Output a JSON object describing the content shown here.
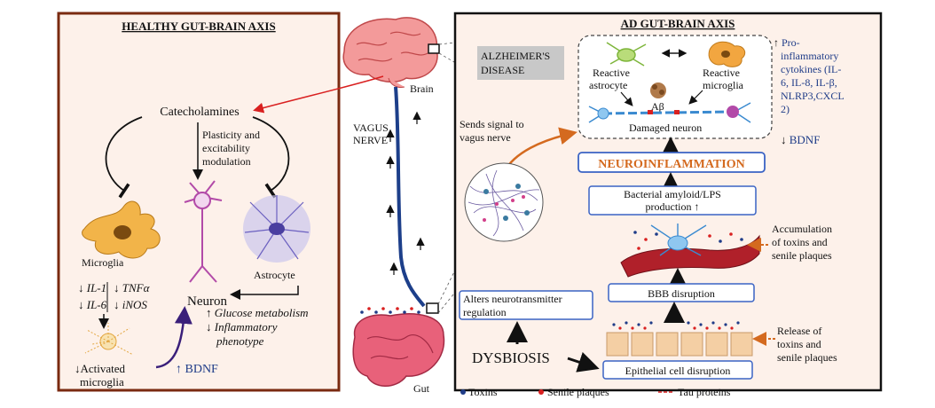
{
  "healthy": {
    "title": "HEALTHY GUT-BRAIN AXIS",
    "catecholamines": "Catecholamines",
    "plasticity": [
      "Plasticity and",
      "excitability",
      "modulation"
    ],
    "microglia": "Microglia",
    "astrocyte": "Astrocyte",
    "neuron": "Neuron",
    "cytokines_left": [
      "IL-1",
      "IL-6"
    ],
    "cytokines_right": [
      "TNFα",
      "iNOS"
    ],
    "neuron_effects": [
      "Glucose metabolism",
      "Inflammatory",
      "phenotype"
    ],
    "activated_microglia": [
      "Activated",
      "microglia"
    ],
    "bdnf": "BDNF"
  },
  "center": {
    "brain": "Brain",
    "vagus": [
      "VAGUS",
      "NERVE"
    ],
    "gut": "Gut"
  },
  "ad": {
    "title": "AD GUT-BRAIN AXIS",
    "disease": [
      "ALZHEIMER'S",
      "DISEASE"
    ],
    "reactive_astrocyte": [
      "Reactive",
      "astrocyte"
    ],
    "reactive_microglia": [
      "Reactive",
      "microglia"
    ],
    "abeta": "Aβ",
    "damaged_neuron": "Damaged neuron",
    "pro_inflammatory": [
      "Pro-",
      "inflammatory",
      "cytokines (IL-",
      "6, IL-8, IL-β,",
      "NLRP3,CXCL",
      "2)"
    ],
    "bdnf": "BDNF",
    "sends_signal": [
      "Sends signal to",
      "vagus nerve"
    ],
    "neuroinflammation": "NEUROINFLAMMATION",
    "bacterial": [
      "Bacterial amyloid/LPS",
      "production"
    ],
    "accumulation": [
      "Accumulation",
      "of toxins and",
      "senile plaques"
    ],
    "bbb": "BBB disruption",
    "alters": [
      "Alters neurotransmitter",
      "regulation"
    ],
    "dysbiosis": "DYSBIOSIS",
    "epithelial": "Epithelial cell disruption",
    "release": [
      "Release of",
      "toxins and",
      "senile plaques"
    ]
  },
  "legend": {
    "toxins": "Toxins",
    "senile": "Senile plaques",
    "tau": "Tau proteins"
  },
  "colors": {
    "panel_border": "#7a2a10",
    "panel_fill": "#fdf1ea",
    "blue_text": "#1f3c88",
    "orange": "#d46a1f",
    "box_border": "#3a63c4",
    "red_arrow": "#d92020"
  }
}
